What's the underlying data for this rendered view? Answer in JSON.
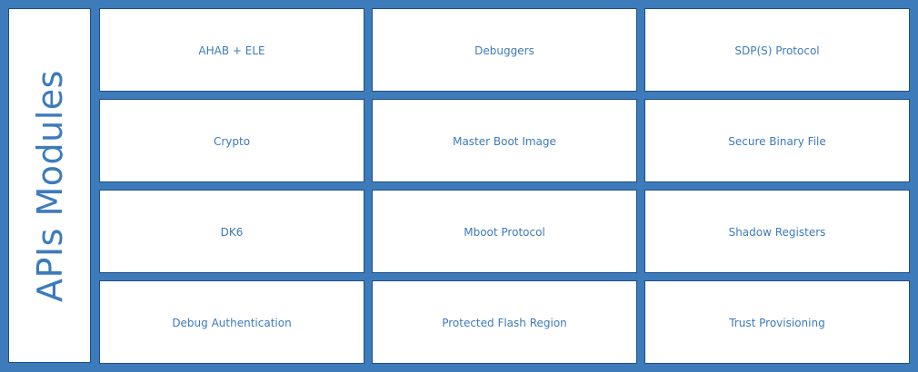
{
  "title": "APIs Modules",
  "modules": [
    [
      "AHAB + ELE",
      "Debuggers",
      "SDP(S) Protocol"
    ],
    [
      "Crypto",
      "Master Boot Image",
      "Secure Binary File"
    ],
    [
      "DK6",
      "Mboot Protocol",
      "Shadow Registers"
    ],
    [
      "Debug Authentication",
      "Protected Flash Region",
      "Trust Provisioning"
    ]
  ],
  "colors": {
    "background": "#3d7bbb",
    "box": "#ffffff",
    "border": "#1e4f86",
    "text": "#3d7bbb"
  }
}
